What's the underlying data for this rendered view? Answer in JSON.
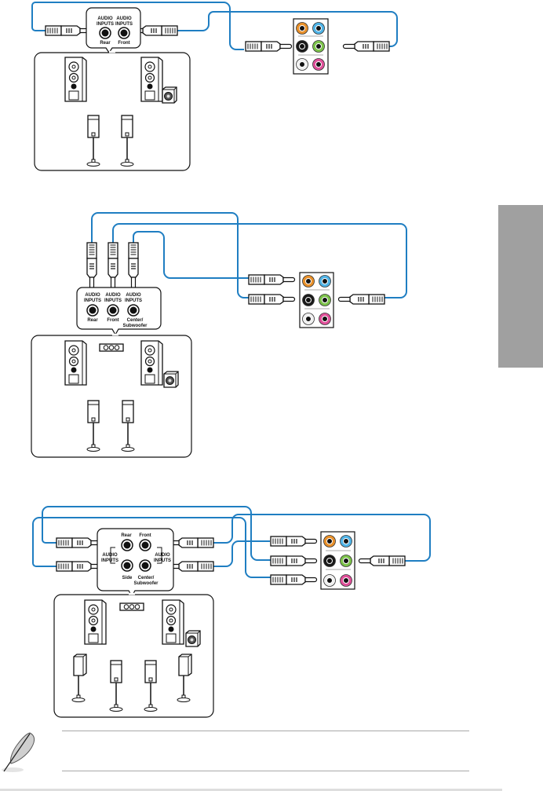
{
  "page": {
    "section_tab_color": "#a0a0a0",
    "cable_color": "#1f7ec2"
  },
  "panel_jacks": {
    "colors": [
      "#e8902a",
      "#4fb3e6",
      "#1a1a1a",
      "#7cc24a",
      "#f0f0f0",
      "#e0509a"
    ],
    "names": [
      "orange-jack",
      "blue-jack",
      "black-jack",
      "green-jack",
      "gray-jack",
      "pink-jack"
    ]
  },
  "diagram1": {
    "labels": [
      {
        "line1": "AUDIO",
        "line2": "INPUTS",
        "name": "Rear"
      },
      {
        "line1": "AUDIO",
        "line2": "INPUTS",
        "name": "Front"
      }
    ]
  },
  "diagram2": {
    "labels": [
      {
        "line1": "AUDIO",
        "line2": "INPUTS",
        "name": "Rear",
        "name2": ""
      },
      {
        "line1": "AUDIO",
        "line2": "INPUTS",
        "name": "Front",
        "name2": ""
      },
      {
        "line1": "AUDIO",
        "line2": "INPUTS",
        "name": "Center/",
        "name2": "Subwoofer"
      }
    ]
  },
  "diagram3": {
    "left_group": {
      "line1": "AUDIO",
      "line2": "INPUTS"
    },
    "right_group": {
      "line1": "AUDIO",
      "line2": "INPUTS"
    },
    "jacks": {
      "top_left": "Rear",
      "top_right": "Front",
      "bottom_left": "Side",
      "bottom_right_1": "Center/",
      "bottom_right_2": "Subwoofer"
    }
  },
  "note": {
    "icon": "quill-pen-icon",
    "text": ""
  }
}
